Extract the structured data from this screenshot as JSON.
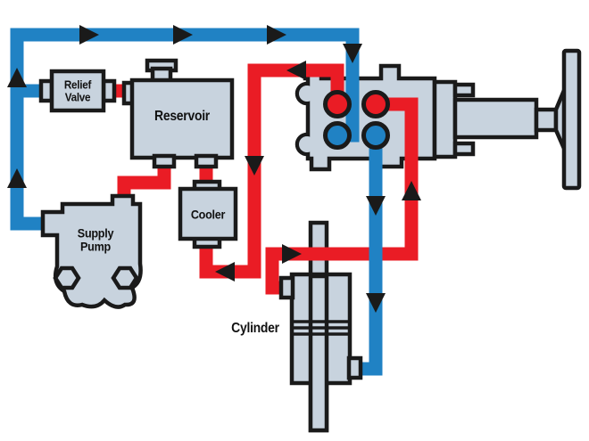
{
  "colors": {
    "hot": "#EA1C25",
    "cool": "#2082C4",
    "metal": "#C8D3DE",
    "outline": "#1A1A1A",
    "paper": "#FFFFFF"
  },
  "labels": {
    "relief_valve": {
      "line1": "Relief",
      "line2": "Valve"
    },
    "reservoir": "Reservoir",
    "supply_pump": {
      "line1": "Supply",
      "line2": "Pump"
    },
    "cooler": "Cooler",
    "cylinder": "Cylinder"
  },
  "icons": {
    "flow_arrow": "solid black triangle showing flow direction"
  }
}
